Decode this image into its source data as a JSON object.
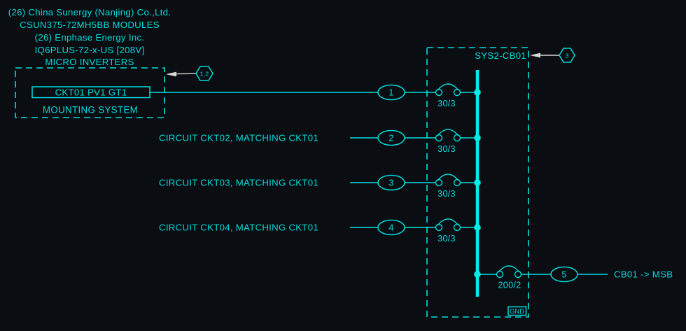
{
  "title_block": {
    "lines": [
      "(26) China Sunergy (Nanjing) Co.,Ltd.",
      "CSUN375-72MH5BB MODULES",
      "(26) Enphase Energy Inc.",
      "IQ6PLUS-72-x-US [208V]",
      "MICRO INVERTERS"
    ]
  },
  "mounting": {
    "circuit_label": "CKT01 PV1 GT1",
    "system_label": "MOUNTING SYSTEM",
    "tag": "1,2"
  },
  "panel": {
    "name": "SYS2-CB01",
    "tag": "3",
    "gnd_label": "GND"
  },
  "circuits": [
    {
      "number": "1",
      "label": "",
      "breaker": "30/3"
    },
    {
      "number": "2",
      "label": "CIRCUIT CKT02, MATCHING CKT01",
      "breaker": "30/3"
    },
    {
      "number": "3",
      "label": "CIRCUIT CKT03, MATCHING CKT01",
      "breaker": "30/3"
    },
    {
      "number": "4",
      "label": "CIRCUIT CKT04, MATCHING CKT01",
      "breaker": "30/3"
    }
  ],
  "feeder": {
    "number": "5",
    "breaker": "200/2",
    "destination": "CB01 -> MSB"
  },
  "colors": {
    "background": "#0a0d11",
    "line_cyan": "#00dcdc",
    "bus_cyan": "#00ecec",
    "leader_gray": "#d8d8d8"
  }
}
